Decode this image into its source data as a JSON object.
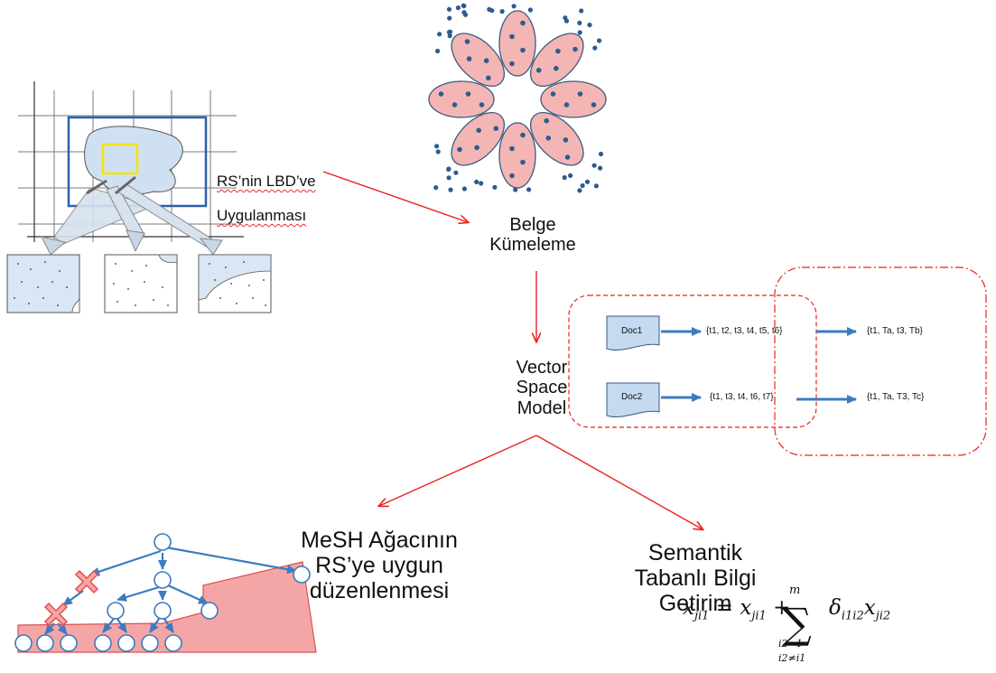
{
  "labels": {
    "rs_line1": "RS’nin LBD’ve",
    "rs_line2": "Uygulanması",
    "belge": "Belge\nKümeleme",
    "vsm": "Vector\nSpace\nModel",
    "mesh": "MeSH Ağacının\nRS’ye uygun\ndüzenlenmesi",
    "semantik": "Semantik\nTabanlı Bilgi\nGetirim"
  },
  "docs": {
    "doc1": "Doc1",
    "doc2": "Doc2",
    "vec1": "{t1, t2, t3, t4, t5, t6}",
    "vec2": "{t1, t3, t4, t6, t7}",
    "vec3": "{t1, Ta, t3, Tb}",
    "vec4": "{t1, Ta, T3, Tc}"
  },
  "formula": {
    "lhs": "x",
    "lhs_sub": "ji1",
    "eq": "=",
    "term1": "x",
    "term1_sub": "ji1",
    "plus": "+",
    "sum_top": "m",
    "sum_bottom1": "i2=1",
    "sum_bottom2": "i2≠i1",
    "delta": "δ",
    "delta_sub": "i1i2",
    "x2": "x",
    "x2_sub": "ji2"
  },
  "colors": {
    "arrow_red": "#e8231f",
    "arrow_blue": "#3c7bbf",
    "ellipse_fill": "#f4b6b4",
    "dot": "#2c5c8f",
    "tree_fill": "#f4a6a6"
  }
}
